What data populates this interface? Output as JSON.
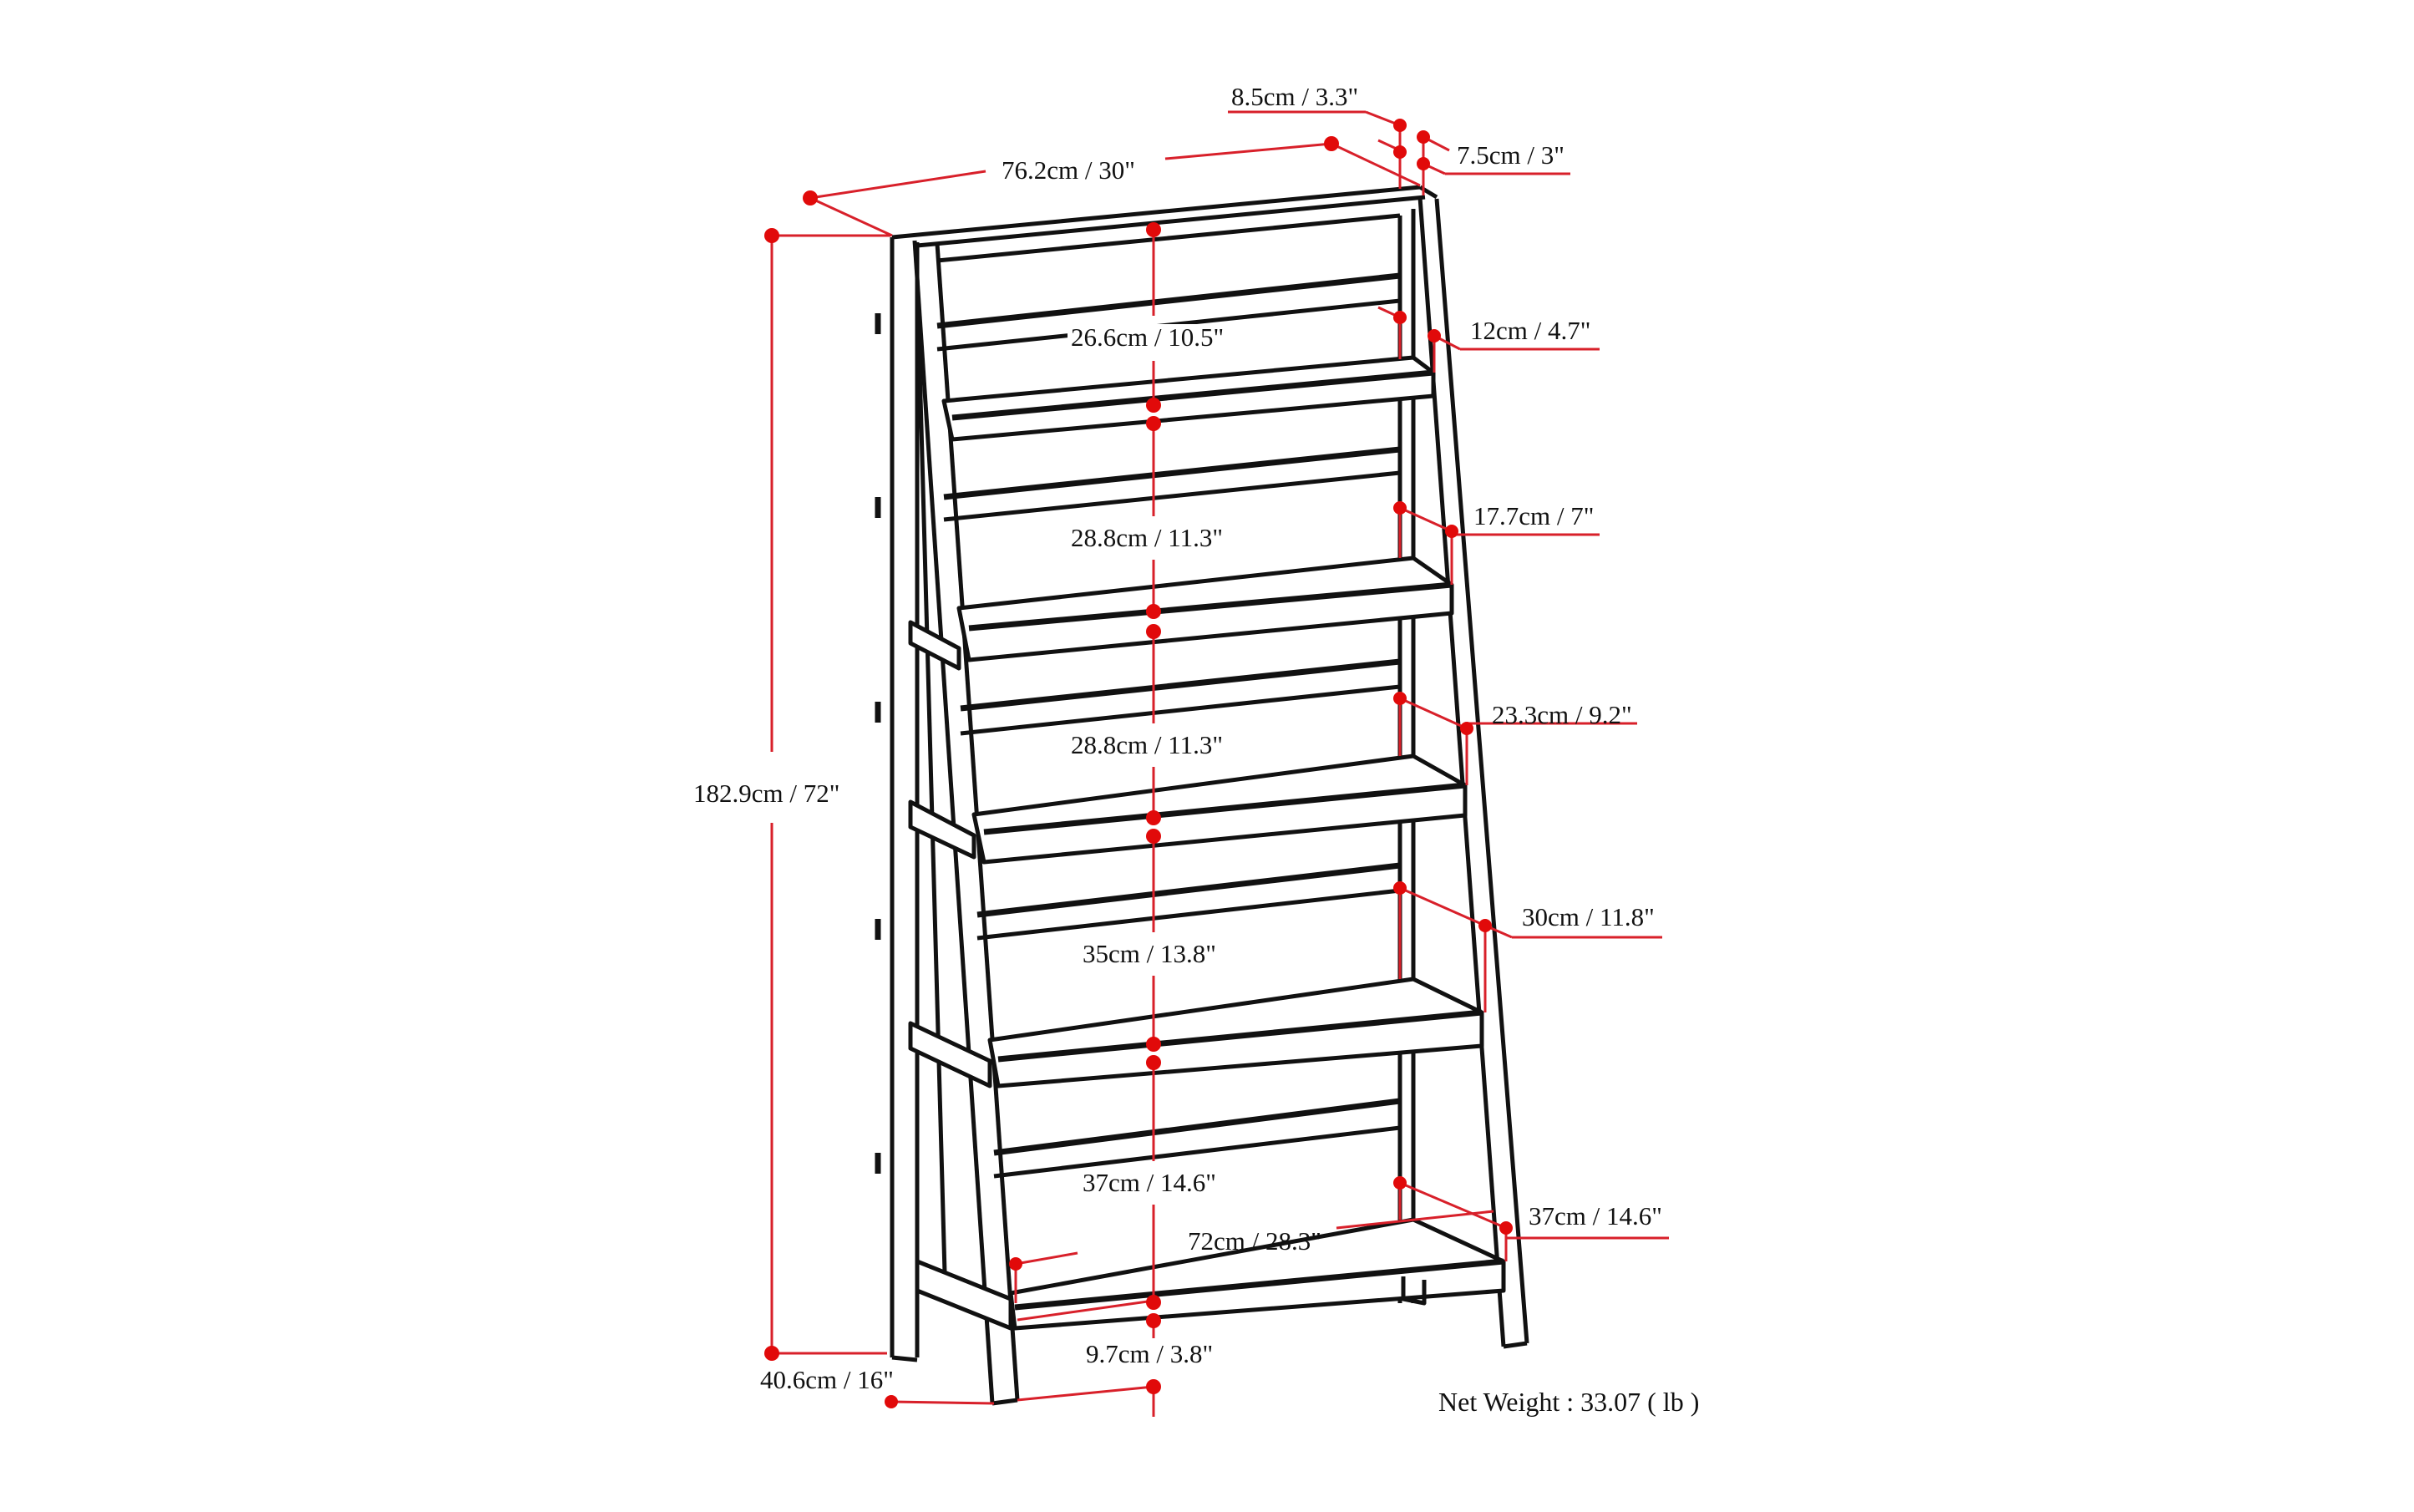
{
  "diagram": {
    "subject": "ladder bookshelf dimension drawing",
    "colors": {
      "dimension_red": "#e10a0a",
      "outline_black": "#111111",
      "background": "#ffffff"
    },
    "overall": {
      "width": "76.2cm / 30\"",
      "height": "182.9cm / 72\"",
      "depth": "40.6cm / 16\""
    },
    "top": {
      "post_depth": "8.5cm / 3.3\"",
      "post_width": "7.5cm / 3\""
    },
    "shelf_clearances": [
      "26.6cm / 10.5\"",
      "28.8cm / 11.3\"",
      "28.8cm / 11.3\"",
      "35cm / 13.8\"",
      "37cm / 14.6\""
    ],
    "shelf_depths": [
      "12cm / 4.7\"",
      "17.7cm / 7\"",
      "23.3cm / 9.2\"",
      "30cm / 11.8\"",
      "37cm / 14.6\""
    ],
    "bottom_shelf_width": "72cm / 28.3\"",
    "bottom_clearance": "9.7cm / 3.8\"",
    "net_weight": "Net Weight : 33.07 ( lb )"
  }
}
